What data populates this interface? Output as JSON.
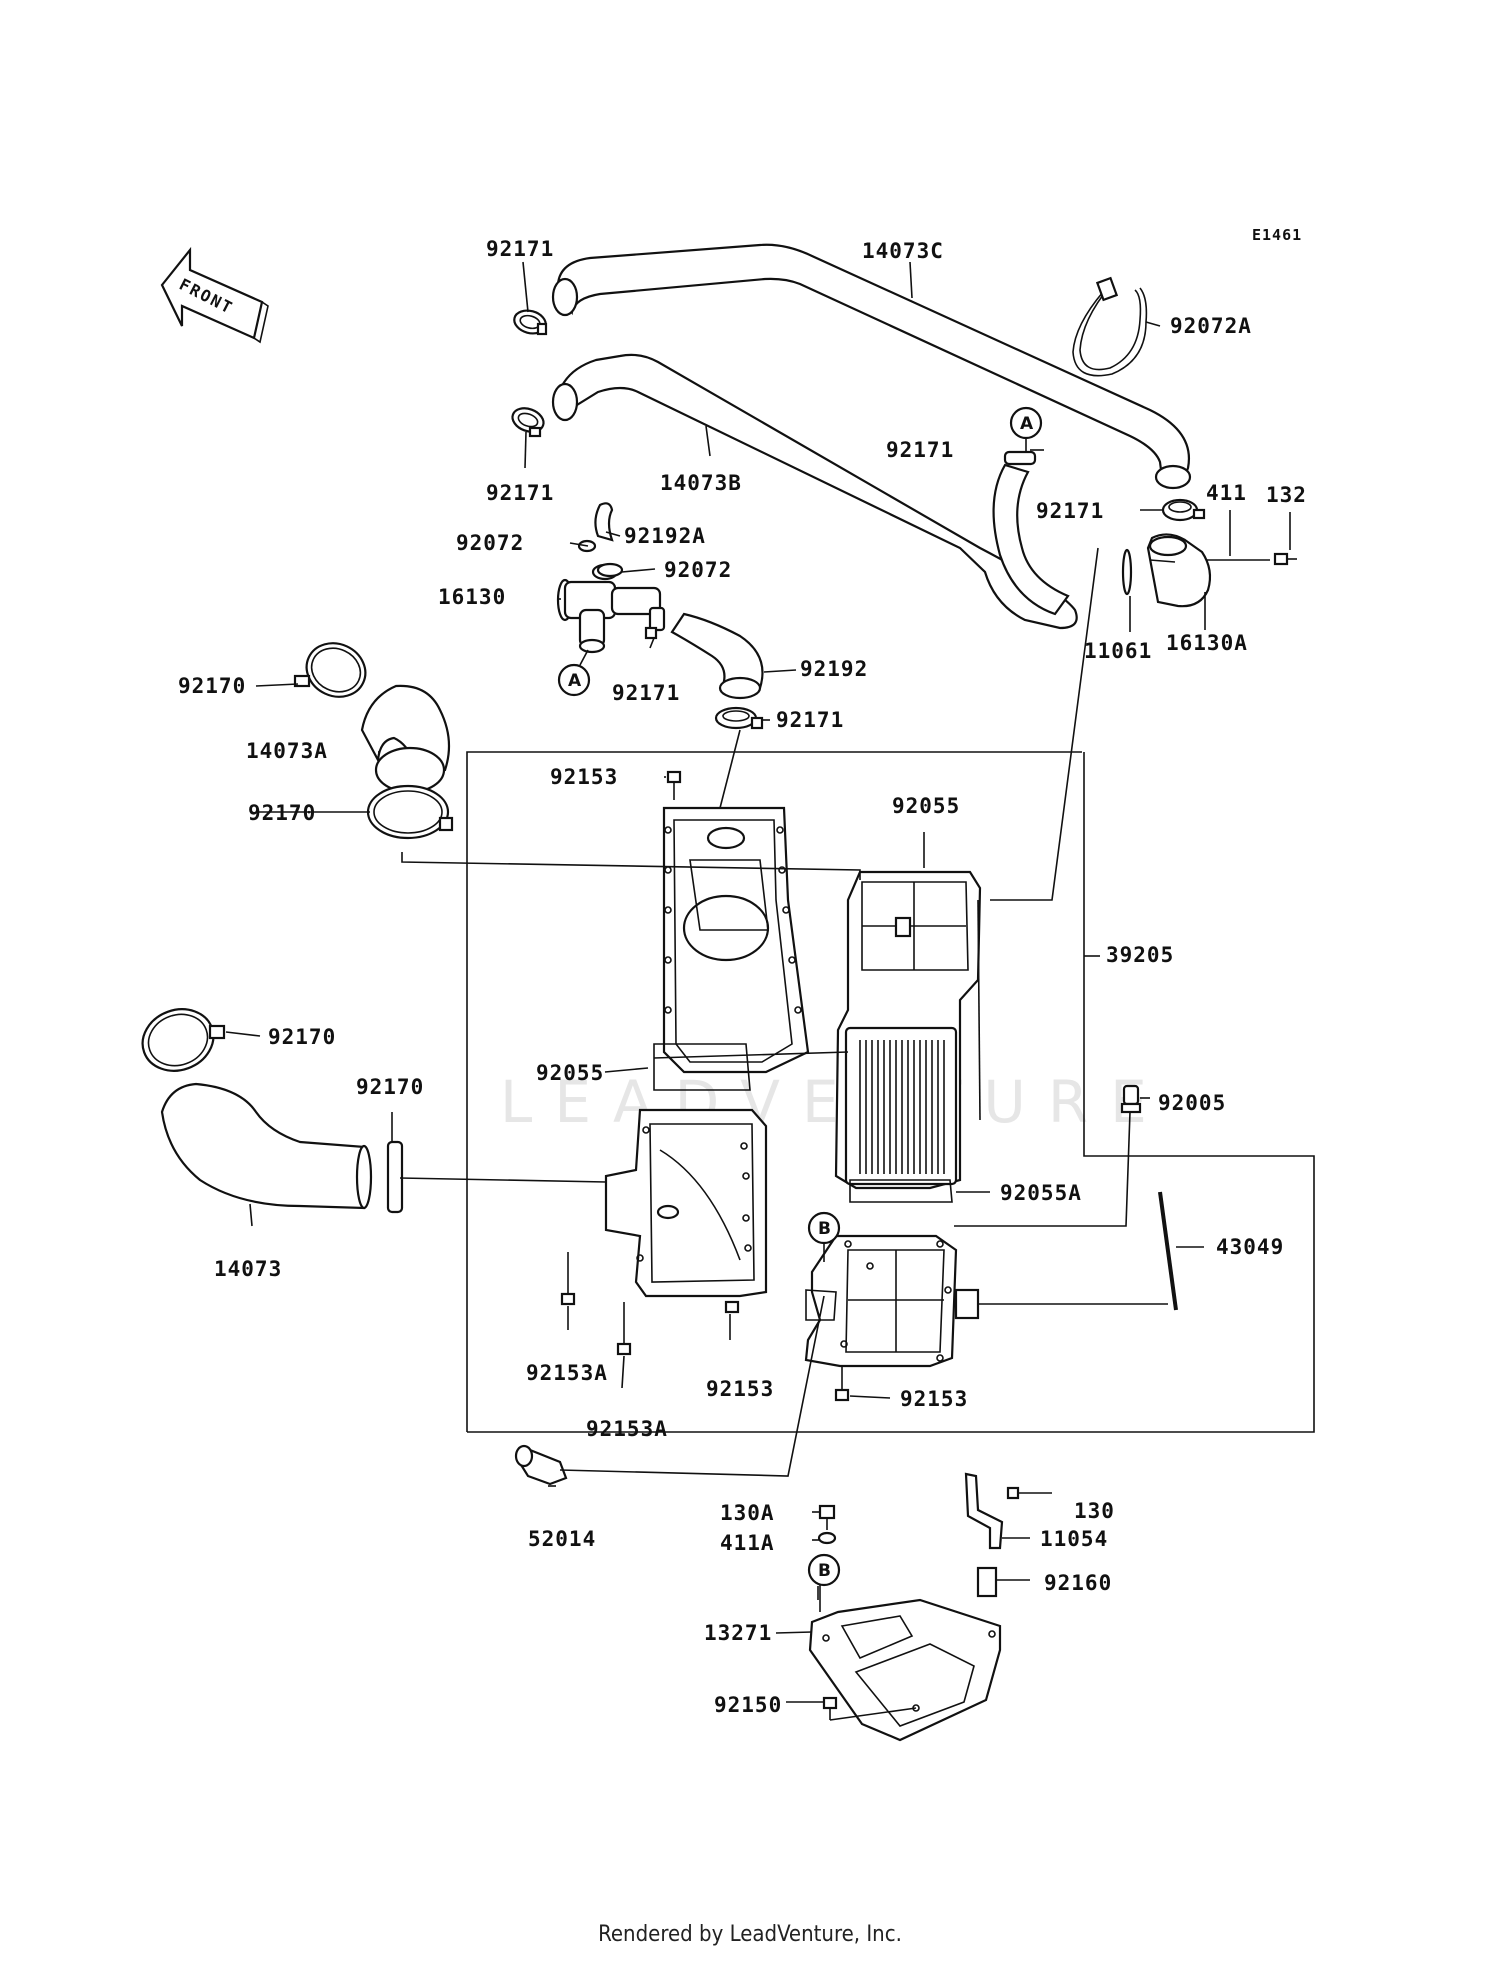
{
  "diagram_code": "E1461",
  "front_label": "FRONT",
  "watermark": "LEADVENTURE",
  "footer": "Rendered by LeadVenture, Inc.",
  "ref_markers": {
    "a": "A",
    "b": "B"
  },
  "callouts": {
    "c92171_top": "92171",
    "c14073C": "14073C",
    "c92072A": "92072A",
    "c92171_mid": "92171",
    "c14073B": "14073B",
    "c92171_a": "92171",
    "c92171_r": "92171",
    "c411": "411",
    "c132": "132",
    "c92072_l": "92072",
    "c92192A": "92192A",
    "c92072_r": "92072",
    "c16130": "16130",
    "c11061": "11061",
    "c16130A": "16130A",
    "c92170_1": "92170",
    "c92171_low": "92171",
    "c92192": "92192",
    "c14073A": "14073A",
    "c92171_bot": "92171",
    "c92153_top": "92153",
    "c92170_2": "92170",
    "c92055_top": "92055",
    "c39205": "39205",
    "c92170_3": "92170",
    "c92170_4": "92170",
    "c92055_mid": "92055",
    "c92005": "92005",
    "c92055A": "92055A",
    "c43049": "43049",
    "c14073": "14073",
    "c92153A_1": "92153A",
    "c92153_mid": "92153",
    "c92153A_2": "92153A",
    "c92153_bot": "92153",
    "c52014": "52014",
    "c130A": "130A",
    "c130": "130",
    "c411A": "411A",
    "c11054": "11054",
    "c92160": "92160",
    "c13271": "13271",
    "c92150": "92150"
  }
}
